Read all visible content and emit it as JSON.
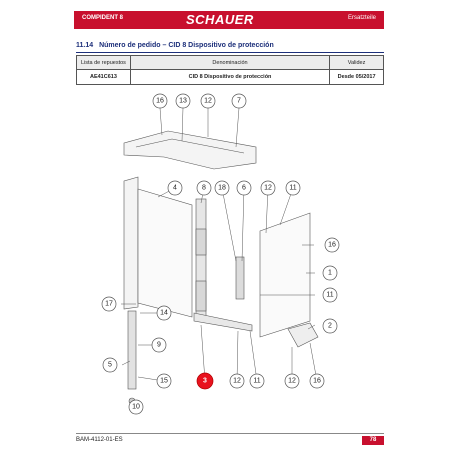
{
  "header": {
    "left_label": "COMPIDENT 8",
    "brand": "SCHAUER",
    "right_label": "Ersatzteile",
    "accent_color": "#c8102e"
  },
  "section": {
    "number": "11.14",
    "title": "Número de pedido – CID 8 Dispositivo de protección"
  },
  "table": {
    "headers": [
      "Lista de repuestos",
      "Denominación",
      "Validez"
    ],
    "row": [
      "AE41C613",
      "CID 8 Dispositivo de protección",
      "Desde 05/2017"
    ]
  },
  "diagram": {
    "callouts": [
      {
        "label": "16",
        "highlight": false
      },
      {
        "label": "13",
        "highlight": false
      },
      {
        "label": "12",
        "highlight": false
      },
      {
        "label": "7",
        "highlight": false
      },
      {
        "label": "4",
        "highlight": false
      },
      {
        "label": "8",
        "highlight": false
      },
      {
        "label": "18",
        "highlight": false
      },
      {
        "label": "6",
        "highlight": false
      },
      {
        "label": "12",
        "highlight": false
      },
      {
        "label": "11",
        "highlight": false
      },
      {
        "label": "16",
        "highlight": false
      },
      {
        "label": "1",
        "highlight": false
      },
      {
        "label": "11",
        "highlight": false
      },
      {
        "label": "17",
        "highlight": false
      },
      {
        "label": "14",
        "highlight": false
      },
      {
        "label": "2",
        "highlight": false
      },
      {
        "label": "9",
        "highlight": false
      },
      {
        "label": "5",
        "highlight": false
      },
      {
        "label": "15",
        "highlight": false
      },
      {
        "label": "3",
        "highlight": true
      },
      {
        "label": "12",
        "highlight": false
      },
      {
        "label": "11",
        "highlight": false
      },
      {
        "label": "12",
        "highlight": false
      },
      {
        "label": "16",
        "highlight": false
      },
      {
        "label": "10",
        "highlight": false
      }
    ]
  },
  "footer": {
    "doc_number": "BAM-4112-01-ES",
    "page": "78"
  }
}
